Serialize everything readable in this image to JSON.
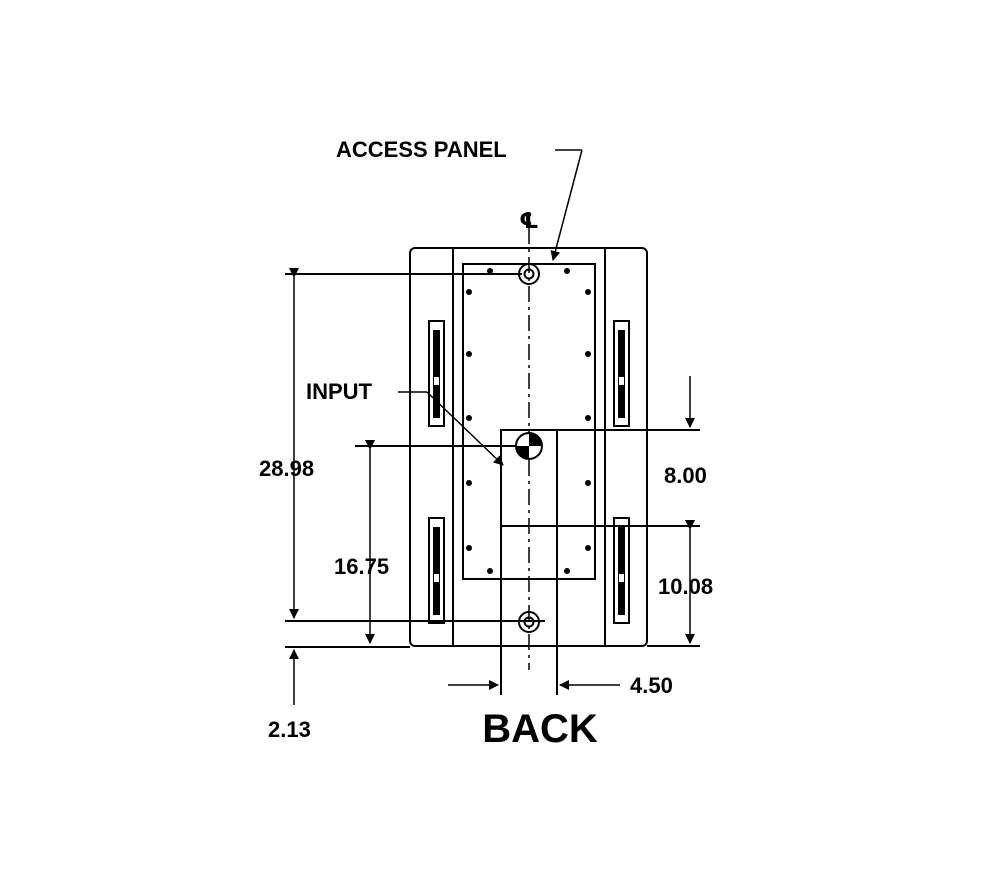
{
  "labels": {
    "access_panel": "ACCESS PANEL",
    "centerline": "℄",
    "input": "INPUT",
    "view_title": "BACK"
  },
  "dimensions": {
    "overall_height": "28.98",
    "input_height": "16.75",
    "input_box_height": "8.00",
    "lower_height": "10.08",
    "input_width": "4.50",
    "bottom_offset": "2.13"
  }
}
